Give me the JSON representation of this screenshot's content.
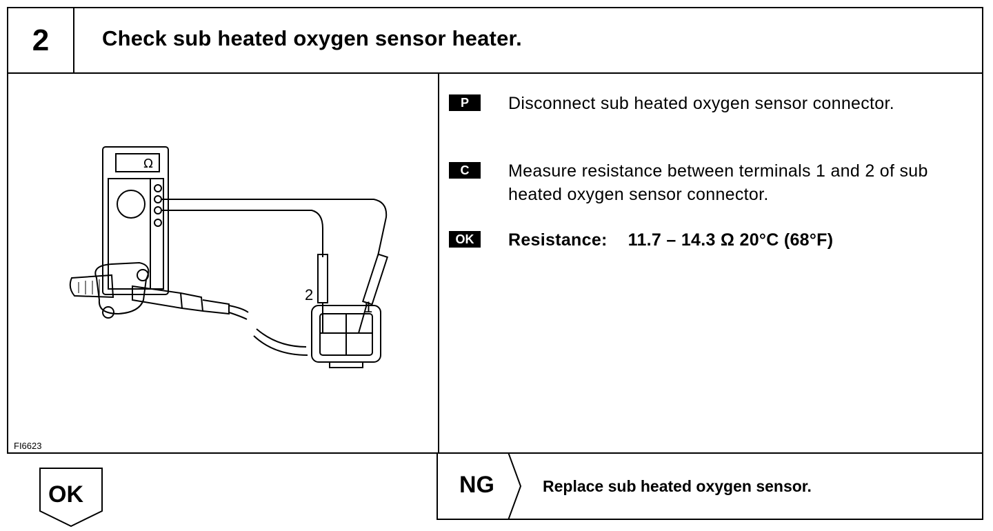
{
  "header": {
    "step_number": "2",
    "title": "Check sub heated oxygen sensor heater."
  },
  "figure": {
    "id": "FI6623",
    "meter_symbol": "Ω",
    "terminal_1": "1",
    "terminal_2": "2"
  },
  "instructions": [
    {
      "badge": "P",
      "text": "Disconnect sub heated oxygen sensor connector."
    },
    {
      "badge": "C",
      "text": "Measure resistance between terminals 1 and 2 of sub heated oxygen sensor connector."
    },
    {
      "badge": "OK",
      "label": "Resistance:",
      "spec": "11.7 – 14.3 Ω 20°C (68°F)"
    }
  ],
  "ng": {
    "label": "NG",
    "action": "Replace sub heated oxygen sensor."
  },
  "ok": {
    "label": "OK"
  }
}
